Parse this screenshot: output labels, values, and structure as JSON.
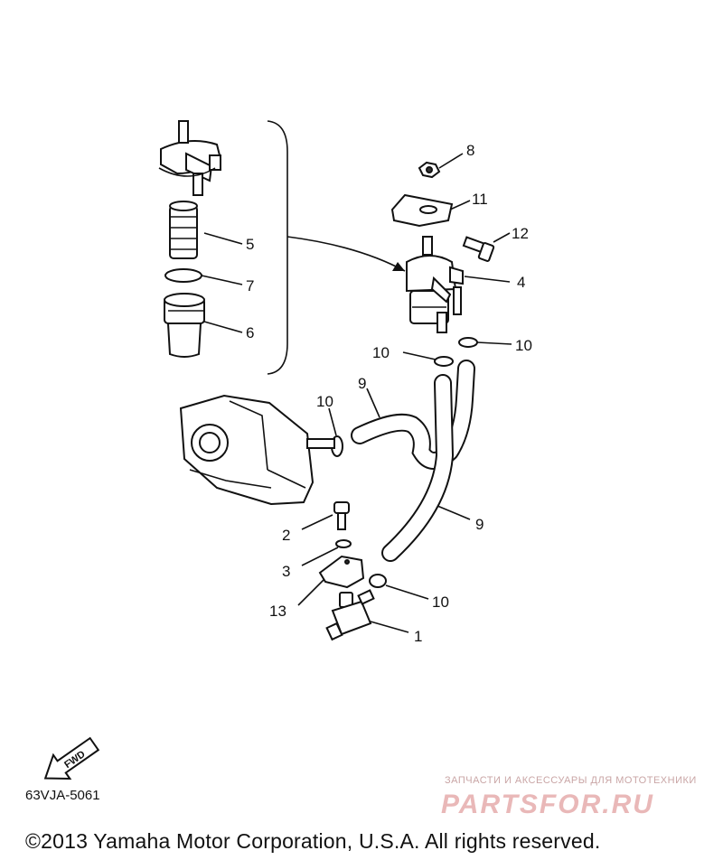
{
  "callouts": {
    "c1": "1",
    "c2": "2",
    "c3": "3",
    "c4": "4",
    "c5": "5",
    "c6": "6",
    "c7": "7",
    "c7b": "7",
    "c8": "8",
    "c9a": "9",
    "c9b": "9",
    "c10a": "10",
    "c10b": "10",
    "c10c": "10",
    "c10d": "10",
    "c11": "11",
    "c12": "12",
    "c13": "13"
  },
  "fwd_label": "FWD",
  "diagram_code": "63VJA-5061",
  "copyright": "©2013 Yamaha Motor Corporation, U.S.A. All rights reserved.",
  "watermark": {
    "tagline": "ЗАПЧАСТИ И АКСЕССУАРЫ ДЛЯ МОТОТЕХНИКИ",
    "logo": "PARTSFOR.RU",
    "color": "#e9b8b8"
  }
}
